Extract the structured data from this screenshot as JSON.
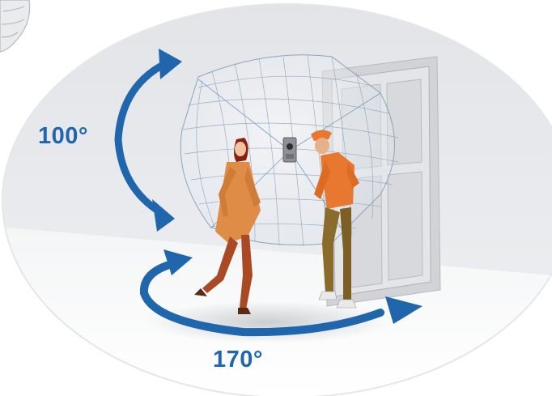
{
  "vertical_angle_label": "100°",
  "horizontal_angle_label": "170°",
  "colors": {
    "arrow": "#1f66ad",
    "label": "#1f66ad",
    "wall": "#e6e7ea",
    "floor": "#f6f7f8",
    "door": "#c9cbce",
    "man_shirt": "#e8772f",
    "man_pants": "#8a6b2c",
    "woman_coat": "#df8d46",
    "woman_pants": "#a94a24",
    "woman_hair": "#8a1f12",
    "fov_mesh": "#6f8fb8"
  },
  "icons": [
    "camera-icon",
    "woman-figure",
    "man-figure",
    "door",
    "fov-sphere",
    "vertical-rotation-arrow",
    "horizontal-rotation-arrow"
  ]
}
